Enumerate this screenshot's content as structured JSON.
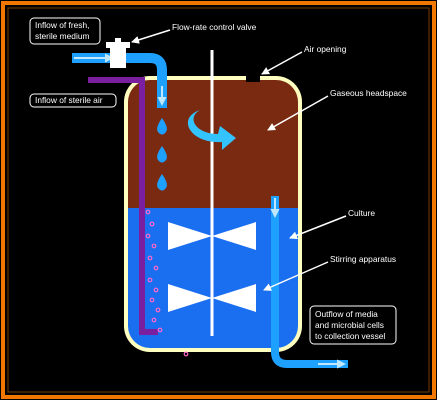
{
  "diagram": {
    "labels": {
      "inflow_medium_line1": "Inflow of fresh,",
      "inflow_medium_line2": "sterile medium",
      "inflow_air": "Inflow of sterile air",
      "valve": "Flow-rate control valve",
      "air_opening": "Air opening",
      "headspace": "Gaseous headspace",
      "culture": "Culture",
      "stirring": "Stirring apparatus",
      "outflow_line1": "Outflow of media",
      "outflow_line2": "and microbial cells",
      "outflow_line3": "to collection vessel"
    },
    "colors": {
      "background": "#000000",
      "frame": "#f07800",
      "vessel_wall": "#ffffc0",
      "headspace": "#7a2a10",
      "culture": "#1a6ff0",
      "medium_pipe": "#1ea0ff",
      "air_pipe": "#7a1fa0",
      "bubbles": "#ff66cc",
      "rotation_arrow": "#33c4ff",
      "label_box_border": "#ffffff"
    }
  }
}
